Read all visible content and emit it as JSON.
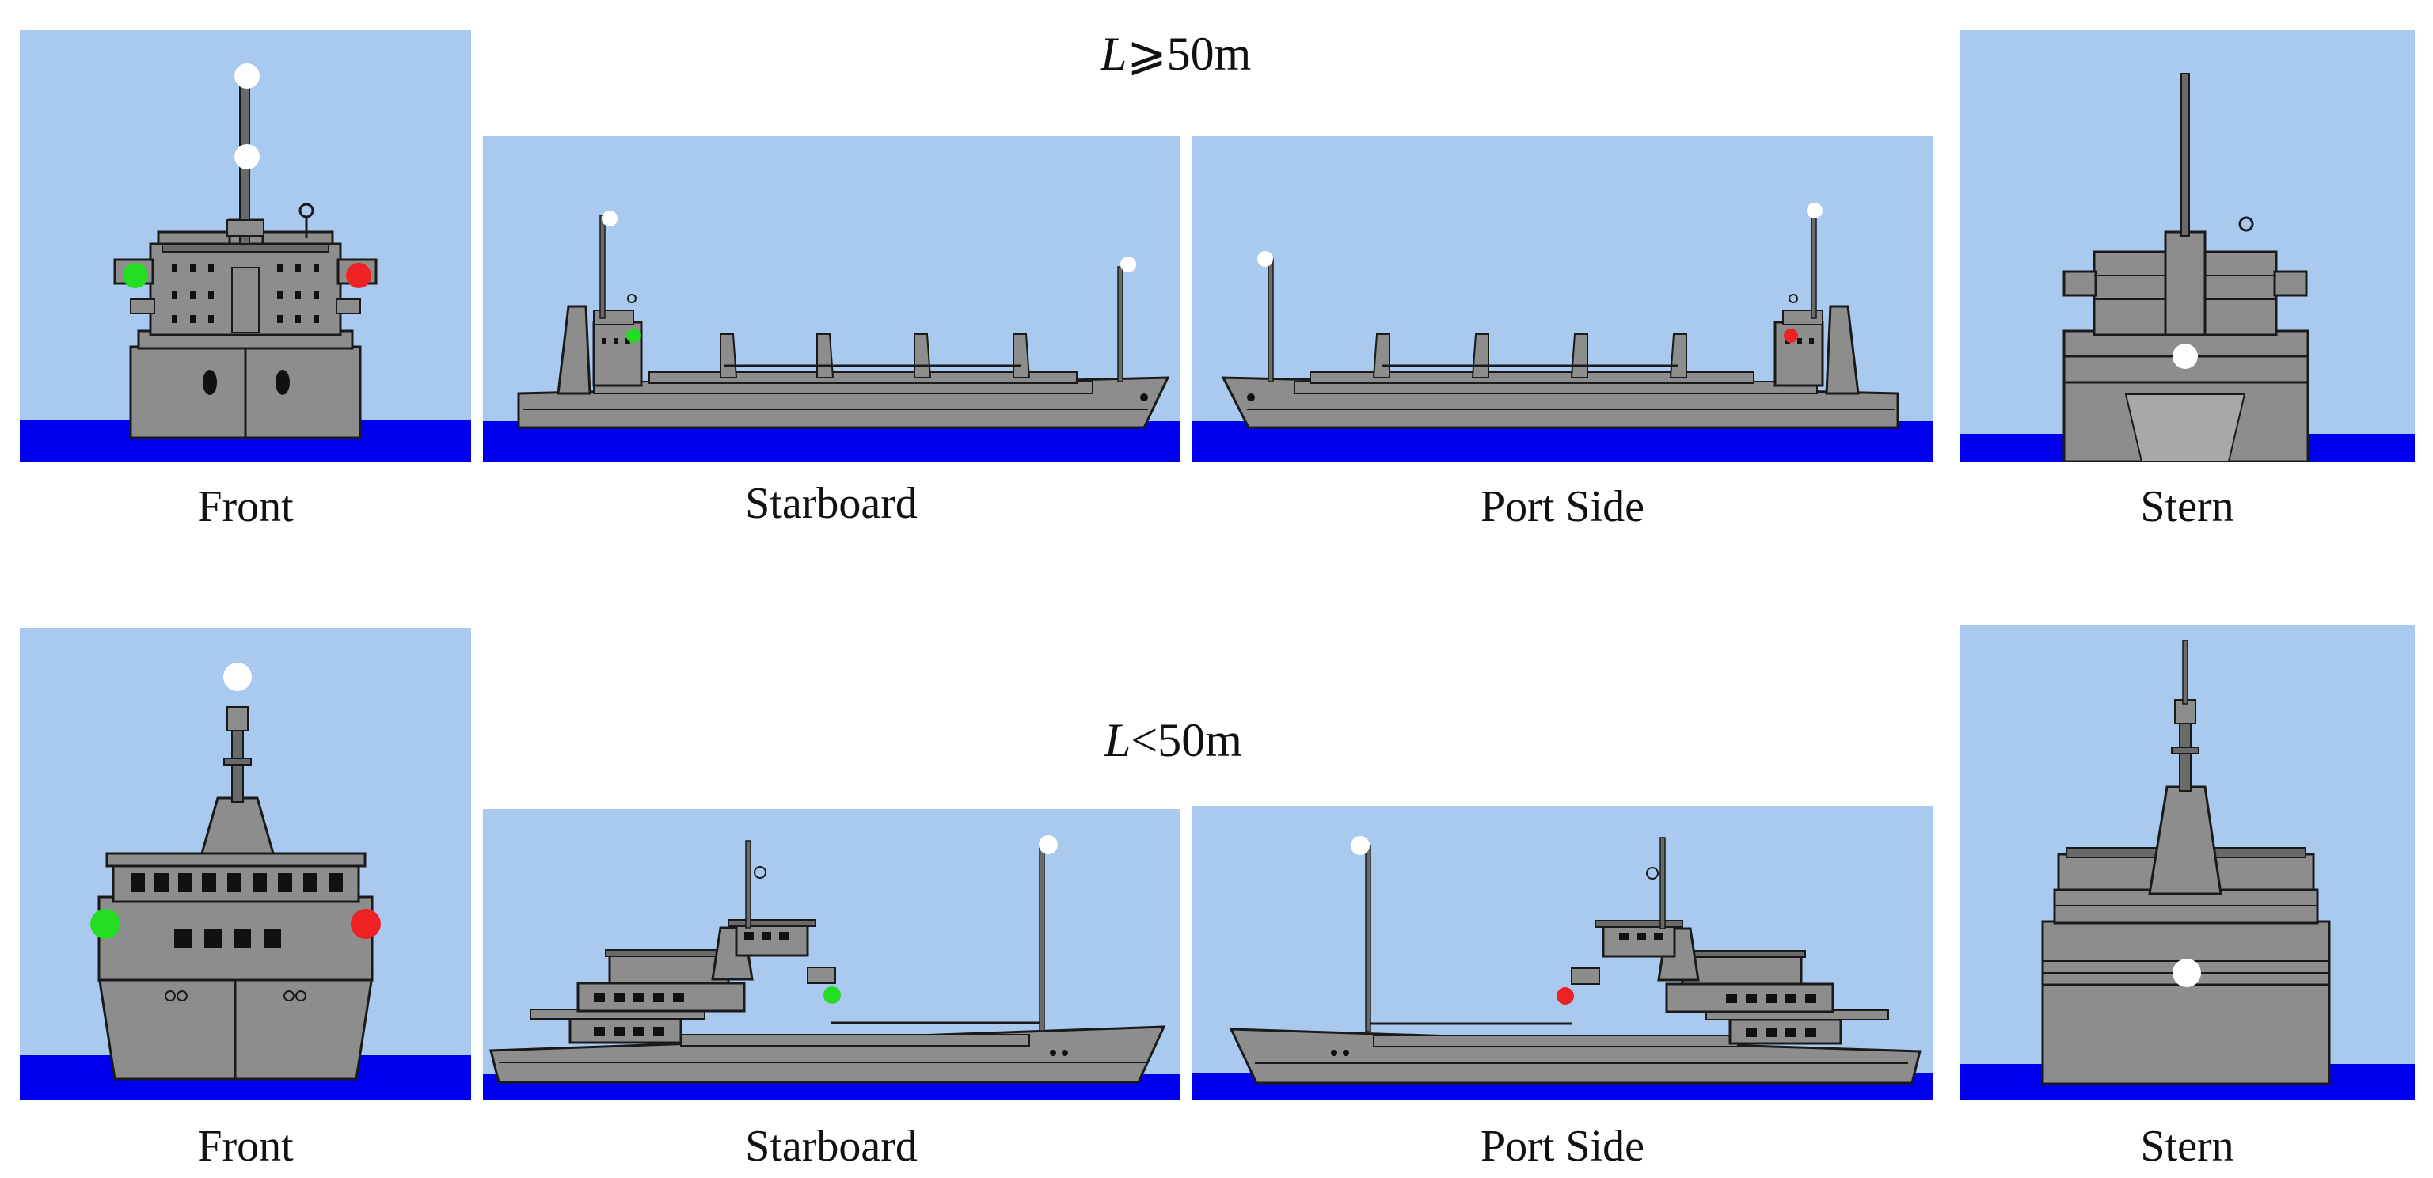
{
  "colors": {
    "sky": "#a9c9ee",
    "water": "#0000ee",
    "hull": "#8d8d8d",
    "hull_dark": "#6a6a6a",
    "outline": "#1a1a1a",
    "masthead_light": "#ffffff",
    "starboard_light": "#22dd22",
    "port_light": "#ee2222",
    "window": "#111111"
  },
  "rows": [
    {
      "heading": {
        "var": "L",
        "rel": "⩾50m"
      },
      "captions": {
        "front": "Front",
        "starboard": "Starboard",
        "port": "Port Side",
        "stern": "Stern"
      }
    },
    {
      "heading": {
        "var": "L",
        "rel": "<50m"
      },
      "captions": {
        "front": "Front",
        "starboard": "Starboard",
        "port": "Port Side",
        "stern": "Stern"
      }
    }
  ]
}
